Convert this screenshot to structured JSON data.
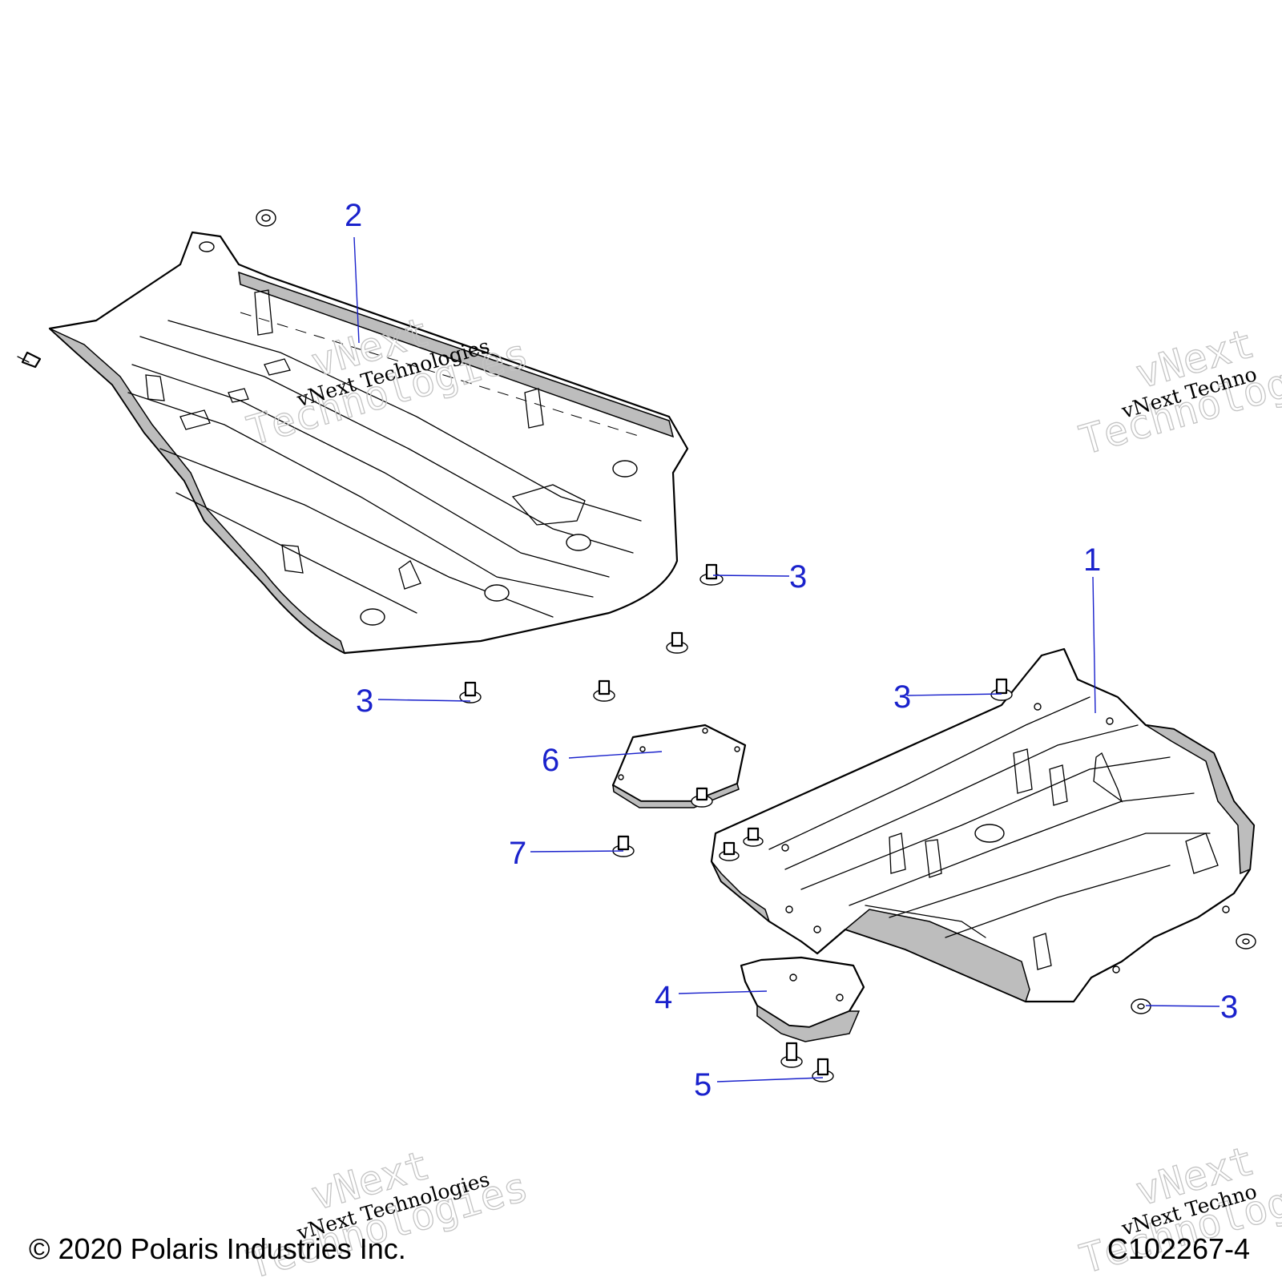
{
  "callouts": [
    {
      "label": "1"
    },
    {
      "label": "2"
    },
    {
      "label": "3"
    },
    {
      "label": "3"
    },
    {
      "label": "3"
    },
    {
      "label": "3"
    },
    {
      "label": "4"
    },
    {
      "label": "5"
    },
    {
      "label": "6"
    },
    {
      "label": "7"
    }
  ],
  "watermark": {
    "line1": "vNext",
    "line2": "Technologies",
    "small": "vNext Technologies",
    "small_partial": "vNext Techno"
  },
  "footer": {
    "copyright": "© 2020 Polaris Industries Inc.",
    "figure_id": "C102267-4"
  }
}
